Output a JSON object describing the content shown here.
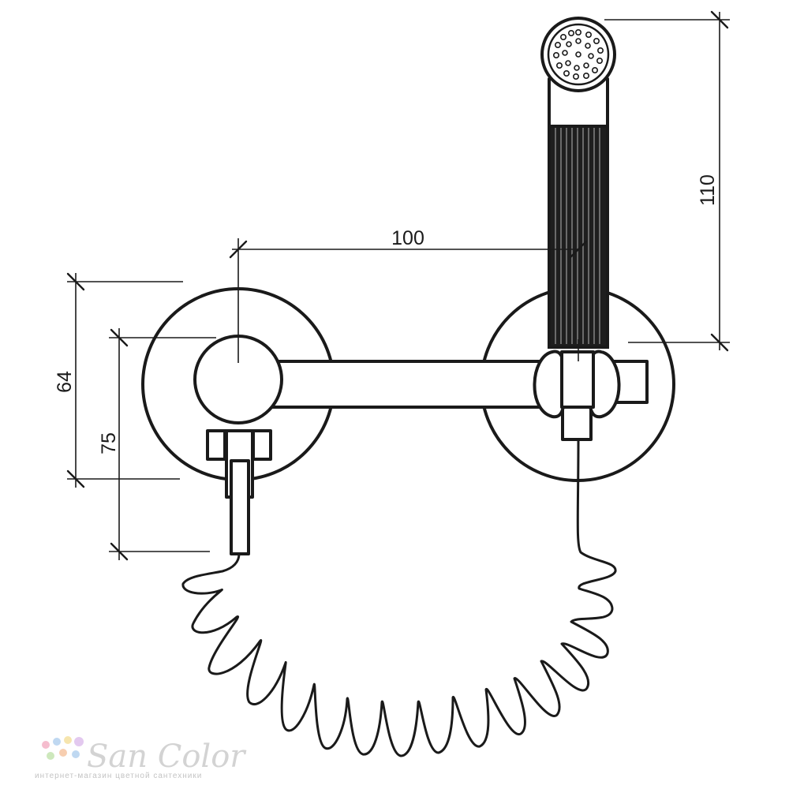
{
  "dimensions": {
    "top_horizontal": "100",
    "right_vertical": "110",
    "left_outer": "64",
    "left_inner": "75"
  },
  "logo": {
    "name": "San Color",
    "tagline": "интернет-магазин цветной сантехники",
    "dot_colors": [
      "#f4b6c9",
      "#b9d4f0",
      "#f6e3a6",
      "#c8e6b5",
      "#e0c4ee",
      "#f7c9a8"
    ]
  }
}
